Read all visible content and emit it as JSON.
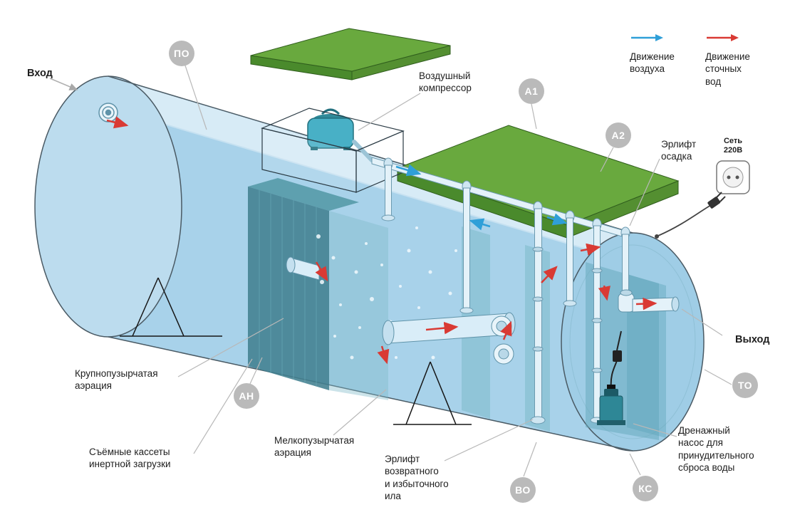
{
  "legend": {
    "air": {
      "label": "Движение\nвоздуха",
      "color": "#2f9fd8"
    },
    "sewage": {
      "label": "Движение\nсточных\nвод",
      "color": "#d93a34"
    }
  },
  "labels": {
    "inlet": "Вход",
    "outlet": "Выход",
    "compressor": "Воздушный\nкомпрессор",
    "airlift_sediment": "Эрлифт\nосадка",
    "power_socket": "Сеть\n220В",
    "coarse_aeration": "Крупнопузырчатая\nаэрация",
    "inert_cassettes": "Съёмные кассеты\nинертной загрузки",
    "fine_aeration": "Мелкопузырчатая\nаэрация",
    "sludge_airlift": "Эрлифт\nвозвратного\nи избыточного\nила",
    "drain_pump": "Дренажный\nнасос для\nпринудительного\nсброса воды"
  },
  "badges": {
    "po": "ПО",
    "a1": "А1",
    "a2": "А2",
    "an": "АН",
    "vo": "ВО",
    "ks": "КС",
    "to": "ТО"
  },
  "colors": {
    "lid_green": "#69a93e",
    "water_blue": "#a8d2ea",
    "badge_gray": "#bababa",
    "air_arrow": "#2f9fd8",
    "sewage_arrow": "#d93a34"
  }
}
